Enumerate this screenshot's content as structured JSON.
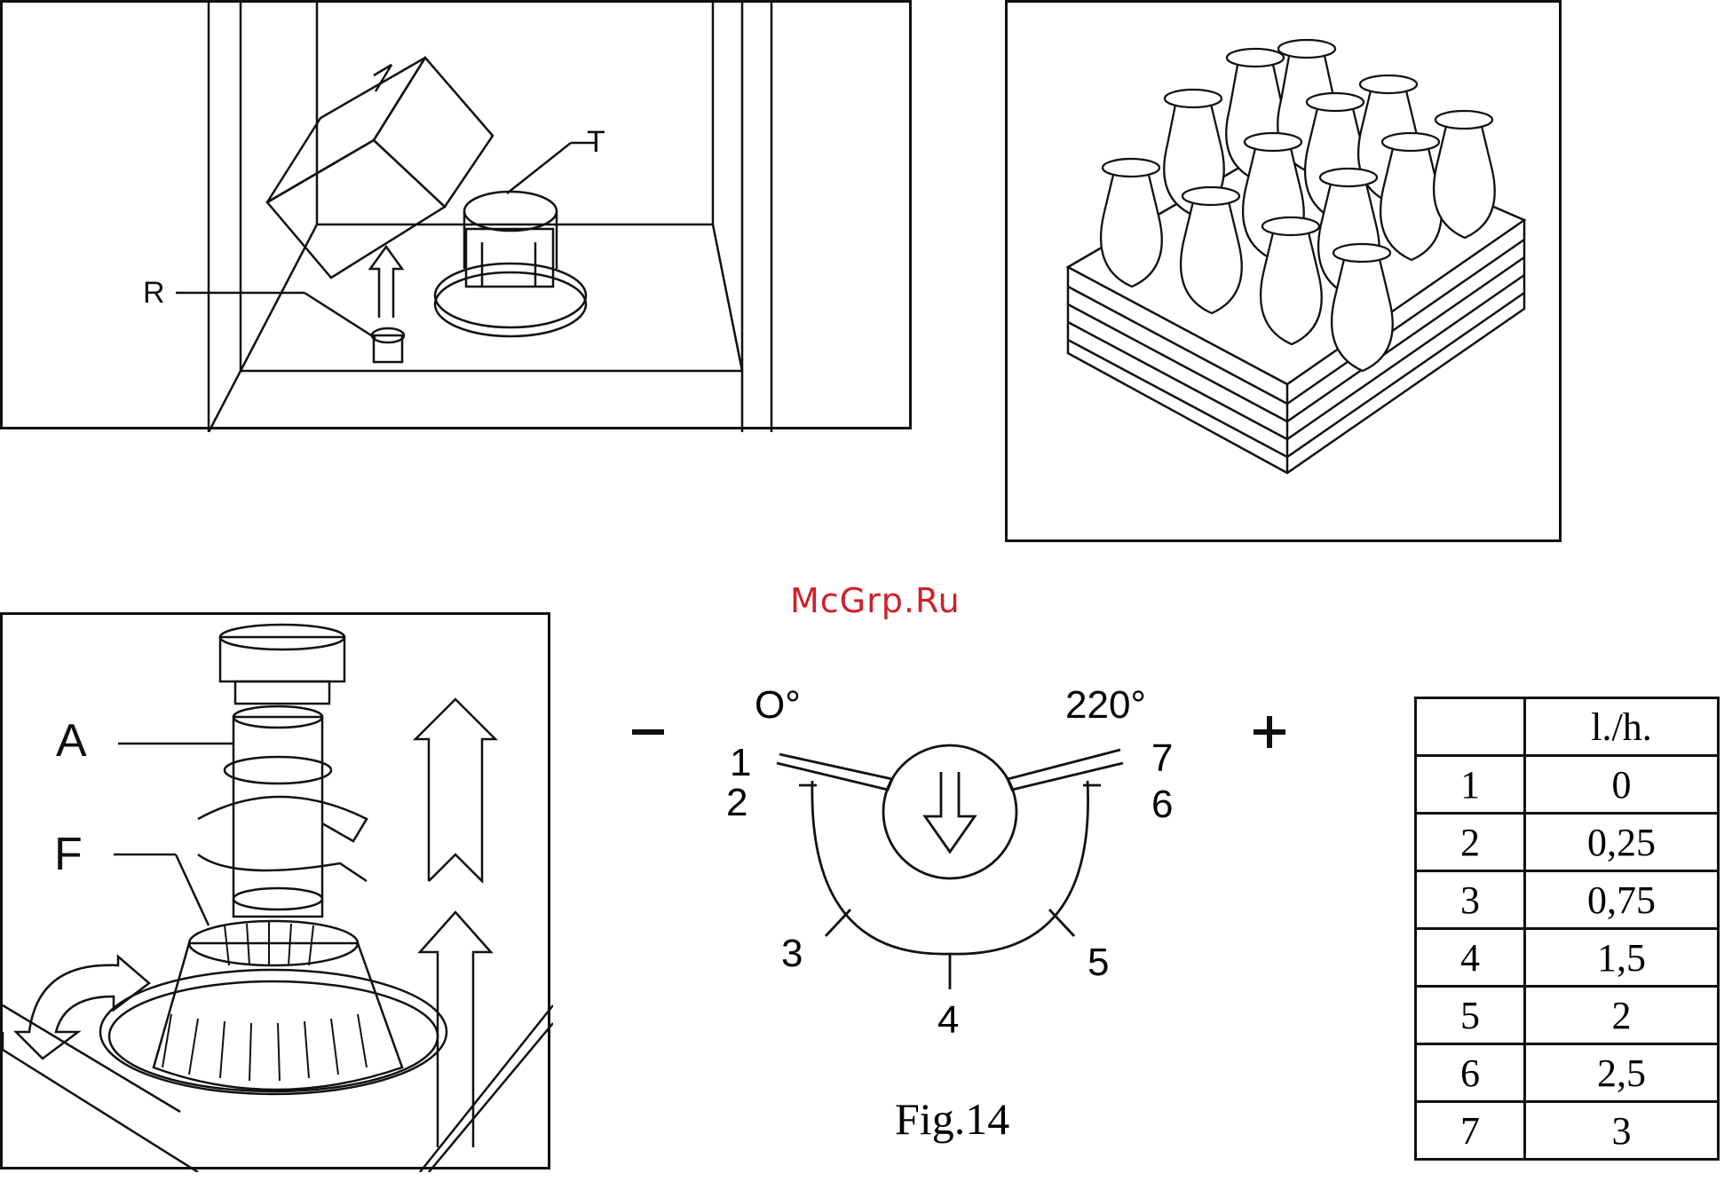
{
  "watermark": "McGrp.Ru",
  "panel_top_left": {
    "label_t": "T",
    "label_r": "R"
  },
  "panel_bottom_left": {
    "label_a": "A",
    "label_f": "F"
  },
  "dial": {
    "minus_symbol": "−",
    "plus_symbol": "+",
    "angle_min": "O°",
    "angle_max": "220°",
    "positions": [
      "1",
      "2",
      "3",
      "4",
      "5",
      "6",
      "7"
    ],
    "caption": "Fig.14"
  },
  "flow_table": {
    "header_unit": "l./h.",
    "rows": [
      {
        "pos": "1",
        "value": "0"
      },
      {
        "pos": "2",
        "value": "0,25"
      },
      {
        "pos": "3",
        "value": "0,75"
      },
      {
        "pos": "4",
        "value": "1,5"
      },
      {
        "pos": "5",
        "value": "2"
      },
      {
        "pos": "6",
        "value": "2,5"
      },
      {
        "pos": "7",
        "value": "3"
      }
    ]
  }
}
